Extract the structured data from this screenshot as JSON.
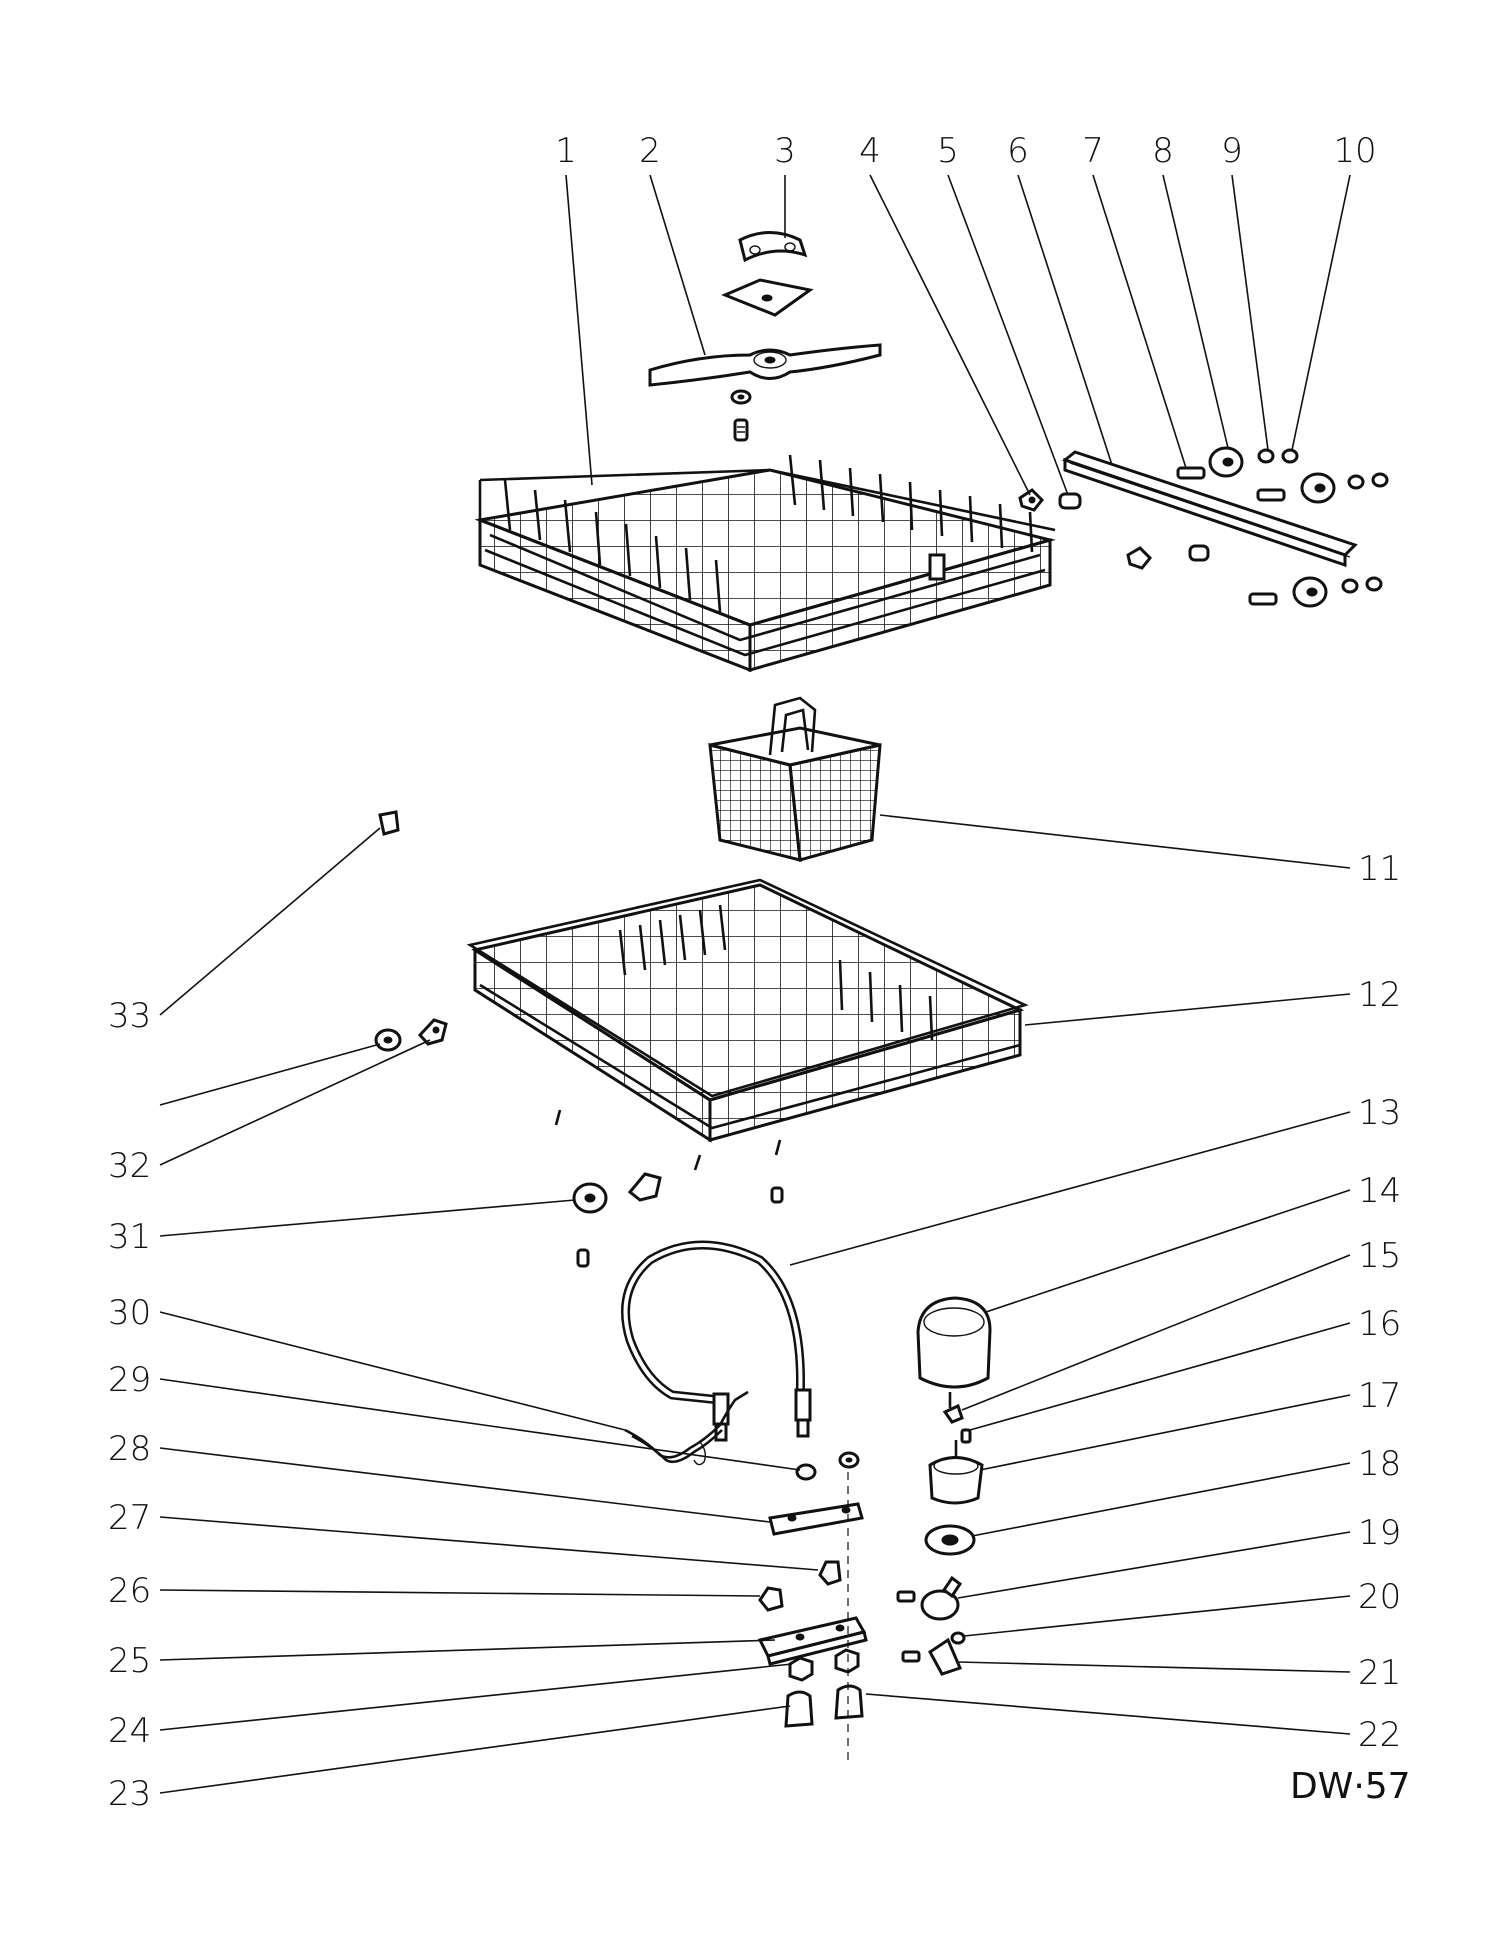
{
  "diagram": {
    "drawing_code": "DW·57",
    "callouts": [
      "1",
      "2",
      "3",
      "4",
      "5",
      "6",
      "7",
      "8",
      "9",
      "10",
      "11",
      "12",
      "13",
      "14",
      "15",
      "16",
      "17",
      "18",
      "19",
      "20",
      "21",
      "22",
      "23",
      "24",
      "25",
      "26",
      "27",
      "28",
      "29",
      "30",
      "31",
      "32",
      "33"
    ]
  }
}
